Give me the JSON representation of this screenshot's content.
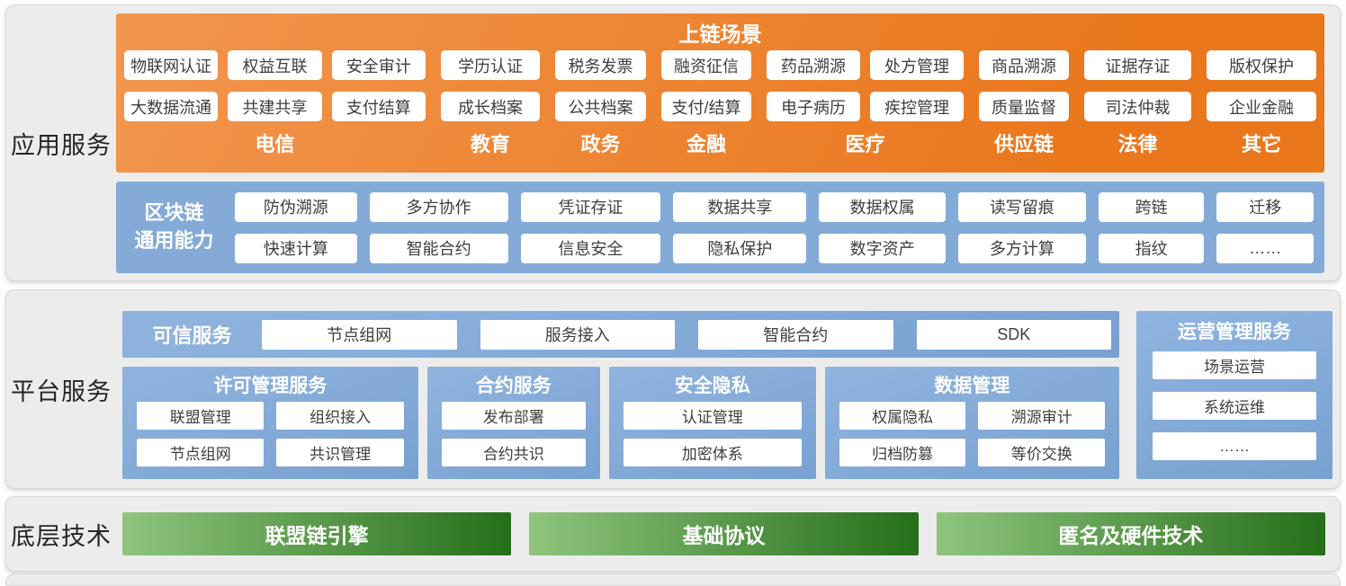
{
  "app_services": {
    "section_label": "应用服务",
    "scenarios_title": "上链场景",
    "groups": [
      {
        "label": "电信",
        "flex": 335,
        "columns": [
          [
            "物联网认证",
            "大数据流通"
          ],
          [
            "权益互联",
            "共建共享"
          ],
          [
            "安全审计",
            "支付结算"
          ]
        ]
      },
      {
        "label": "教育",
        "flex": 110,
        "columns": [
          [
            "学历认证",
            "成长档案"
          ]
        ]
      },
      {
        "label": "政务",
        "flex": 101,
        "columns": [
          [
            "税务发票",
            "公共档案"
          ]
        ]
      },
      {
        "label": "金融",
        "flex": 100,
        "columns": [
          [
            "融资征信",
            "支付/结算"
          ]
        ]
      },
      {
        "label": "医疗",
        "flex": 219,
        "columns": [
          [
            "药品溯源",
            "电子病历"
          ],
          [
            "处方管理",
            "疾控管理"
          ]
        ]
      },
      {
        "label": "供应链",
        "flex": 100,
        "columns": [
          [
            "商品溯源",
            "质量监督"
          ]
        ]
      },
      {
        "label": "法律",
        "flex": 119,
        "columns": [
          [
            "证据存证",
            "司法仲裁"
          ]
        ]
      },
      {
        "label": "其它",
        "flex": 122,
        "columns": [
          [
            "版权保护",
            "企业金融"
          ]
        ]
      }
    ],
    "capabilities": {
      "label_line1": "区块链",
      "label_line2": "通用能力",
      "flexes": [
        135,
        153,
        155,
        147,
        140,
        141,
        117,
        107
      ],
      "columns": [
        [
          "防伪溯源",
          "快速计算"
        ],
        [
          "多方协作",
          "智能合约"
        ],
        [
          "凭证存证",
          "信息安全"
        ],
        [
          "数据共享",
          "隐私保护"
        ],
        [
          "数据权属",
          "数字资产"
        ],
        [
          "读写留痕",
          "多方计算"
        ],
        [
          "跨链",
          "指纹"
        ],
        [
          "迁移",
          "……"
        ]
      ]
    }
  },
  "platform_services": {
    "section_label": "平台服务",
    "trusted_bar": {
      "label": "可信服务",
      "items": [
        "节点组网",
        "服务接入",
        "智能合约",
        "SDK"
      ]
    },
    "boxes": [
      {
        "title": "许可管理服务",
        "cols": 2,
        "flex": 340,
        "items": [
          "联盟管理",
          "组织接入",
          "节点组网",
          "共识管理"
        ]
      },
      {
        "title": "合约服务",
        "cols": 1,
        "flex": 183,
        "items": [
          "发布部署",
          "合约共识"
        ]
      },
      {
        "title": "安全隐私",
        "cols": 1,
        "flex": 227,
        "items": [
          "认证管理",
          "加密体系"
        ]
      },
      {
        "title": "数据管理",
        "cols": 2,
        "flex": 338,
        "items": [
          "权属隐私",
          "溯源审计",
          "归档防篡",
          "等价交换"
        ]
      }
    ],
    "ops_box": {
      "title": "运营管理服务",
      "items": [
        "场景运营",
        "系统运维",
        "……"
      ]
    }
  },
  "base_tech": {
    "section_label": "底层技术",
    "bars": [
      "联盟链引擎",
      "基础协议",
      "匿名及硬件技术"
    ]
  },
  "colors": {
    "orange_light": "#f2964f",
    "orange_dark": "#ea771c",
    "capability_blue": "#84aad8",
    "platform_blue_light": "#90b4df",
    "platform_blue_dark": "#78a1d1",
    "green_light": "#8fc57d",
    "green_dark": "#256f1a"
  }
}
